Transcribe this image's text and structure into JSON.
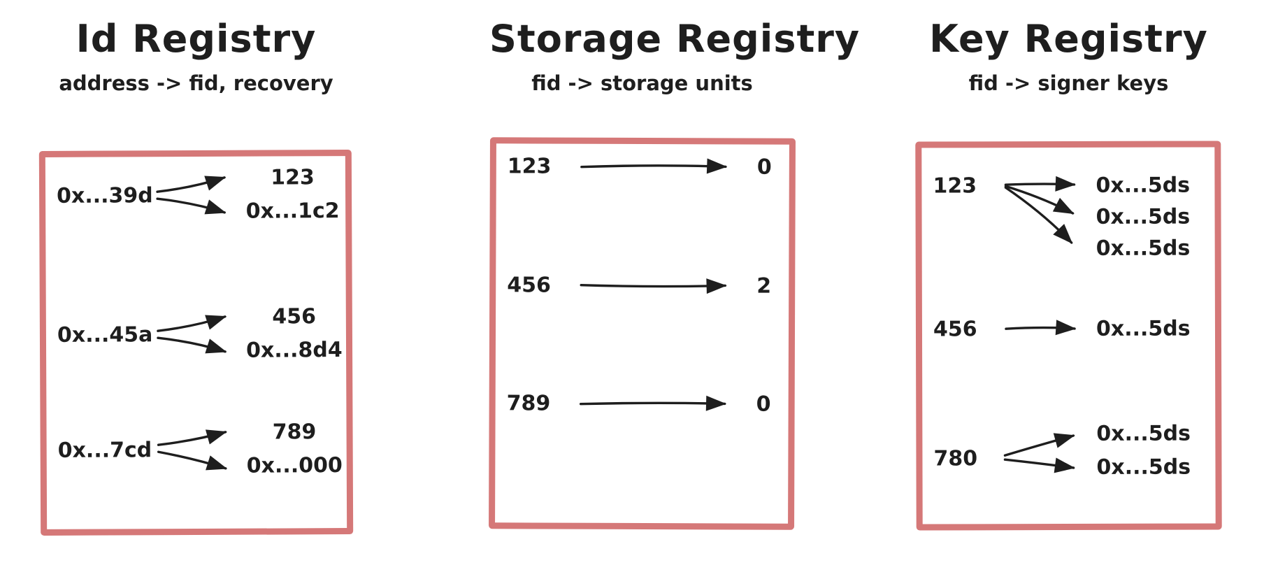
{
  "diagram": {
    "colors": {
      "background": "#ffffff",
      "ink": "#1e1e1e",
      "box_border": "#d57878"
    }
  },
  "panels": [
    {
      "title": "Id Registry",
      "subtitle": "address -> fid, recovery",
      "rows": [
        {
          "source": "0x...39d",
          "targets": [
            "123",
            "0x...1c2"
          ]
        },
        {
          "source": "0x...45a",
          "targets": [
            "456",
            "0x...8d4"
          ]
        },
        {
          "source": "0x...7cd",
          "targets": [
            "789",
            "0x...000"
          ]
        }
      ]
    },
    {
      "title": "Storage Registry",
      "subtitle": "fid -> storage units",
      "rows": [
        {
          "source": "123",
          "targets": [
            "0"
          ]
        },
        {
          "source": "456",
          "targets": [
            "2"
          ]
        },
        {
          "source": "789",
          "targets": [
            "0"
          ]
        }
      ]
    },
    {
      "title": "Key Registry",
      "subtitle": "fid -> signer keys",
      "rows": [
        {
          "source": "123",
          "targets": [
            "0x...5ds",
            "0x...5ds",
            "0x...5ds"
          ]
        },
        {
          "source": "456",
          "targets": [
            "0x...5ds"
          ]
        },
        {
          "source": "780",
          "targets": [
            "0x...5ds",
            "0x...5ds"
          ]
        }
      ]
    }
  ]
}
